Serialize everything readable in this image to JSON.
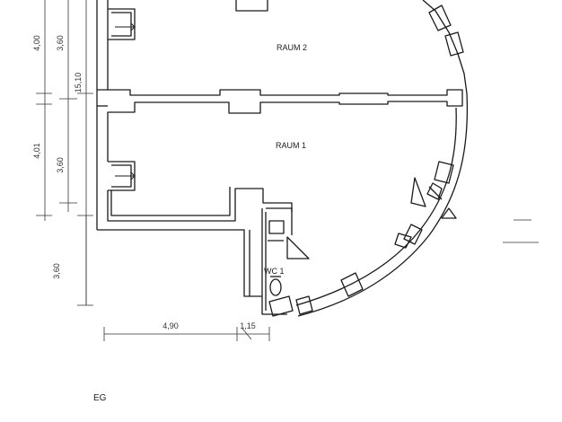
{
  "rooms": {
    "raum2": "RAUM 2",
    "raum1": "RAUM 1",
    "wc1": "WC 1"
  },
  "dimensions": {
    "vertical_outer_1": "4,00",
    "vertical_outer_2": "4,01",
    "vertical_outer_3": "3,60",
    "vertical_inner_1": "3,60",
    "vertical_inner_2": "3,60",
    "vertical_total": "15,10",
    "horizontal_1": "4,90",
    "horizontal_2": "1,15"
  },
  "floor_label": "EG",
  "colors": {
    "wall": "#1a1a1a",
    "line": "#333333",
    "background": "#ffffff"
  }
}
